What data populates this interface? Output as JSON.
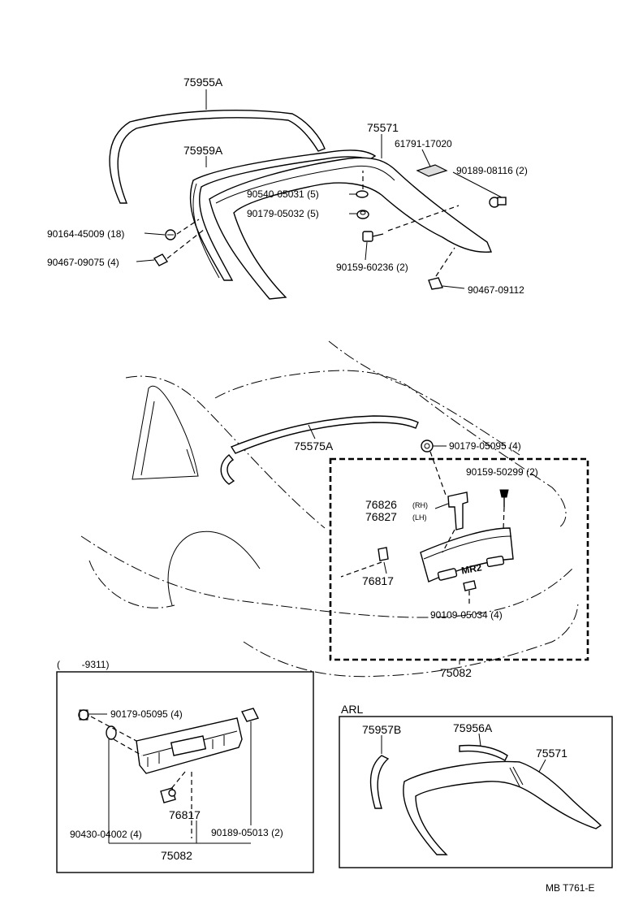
{
  "top_group": {
    "spoiler_upper": "75955A",
    "spoiler_mid": "75959A",
    "spoiler_main": "75571",
    "pad": "61791-17020",
    "nut_upper_right": "90189-08116 (2)",
    "washer": "90540-05031 (5)",
    "grommet": "90179-05032 (5)",
    "clip_left": "90164-45009 (18)",
    "clip_left_lower": "90467-09075 (4)",
    "bolt": "90159-60236 (2)",
    "clip_lower_right": "90467-09112"
  },
  "car_group": {
    "roof_molding": "75575A",
    "nut_top": "90179-05095 (4)",
    "screw_top": "90159-50299 (2)",
    "bracket_rh": "76826",
    "bracket_rh_tag": "(RH)",
    "bracket_lh": "76827",
    "bracket_lh_tag": "(LH)",
    "clip": "76817",
    "screw_bottom": "90109-05034 (4)",
    "garnish": "75082",
    "emblem": "MR2"
  },
  "inset_left": {
    "heading": "(        -9311)",
    "nut": "90179-05095 (4)",
    "clip": "76817",
    "grommet": "90430-04002 (4)",
    "nut_right": "90189-05013 (2)",
    "garnish": "75082"
  },
  "inset_right": {
    "heading": "ARL",
    "seal_left": "75957B",
    "seal_right": "75956A",
    "spoiler": "75571"
  },
  "footer": {
    "code": "MB T761-E"
  }
}
